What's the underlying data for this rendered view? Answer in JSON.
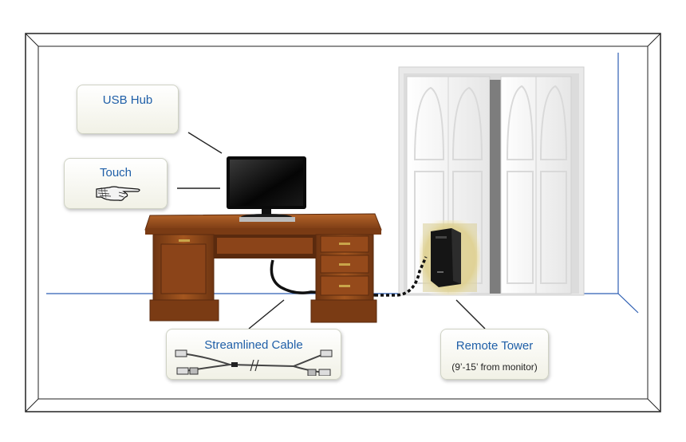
{
  "callouts": {
    "usb_hub": {
      "label": "USB Hub"
    },
    "touch": {
      "label": "Touch",
      "icon": "pointing-hand-icon"
    },
    "cable": {
      "label": "Streamlined Cable",
      "icon": "usb-cable-icon"
    },
    "tower": {
      "label": "Remote Tower",
      "note": "(9’-15’ from monitor)"
    }
  },
  "colors": {
    "wall_line": "#2e5fb3",
    "label_text": "#1f5fa8",
    "wood_dark": "#6e3512",
    "wood_mid": "#9a4e1d",
    "door": "#f6f6f6",
    "tower_glow": "#e8d99a"
  }
}
